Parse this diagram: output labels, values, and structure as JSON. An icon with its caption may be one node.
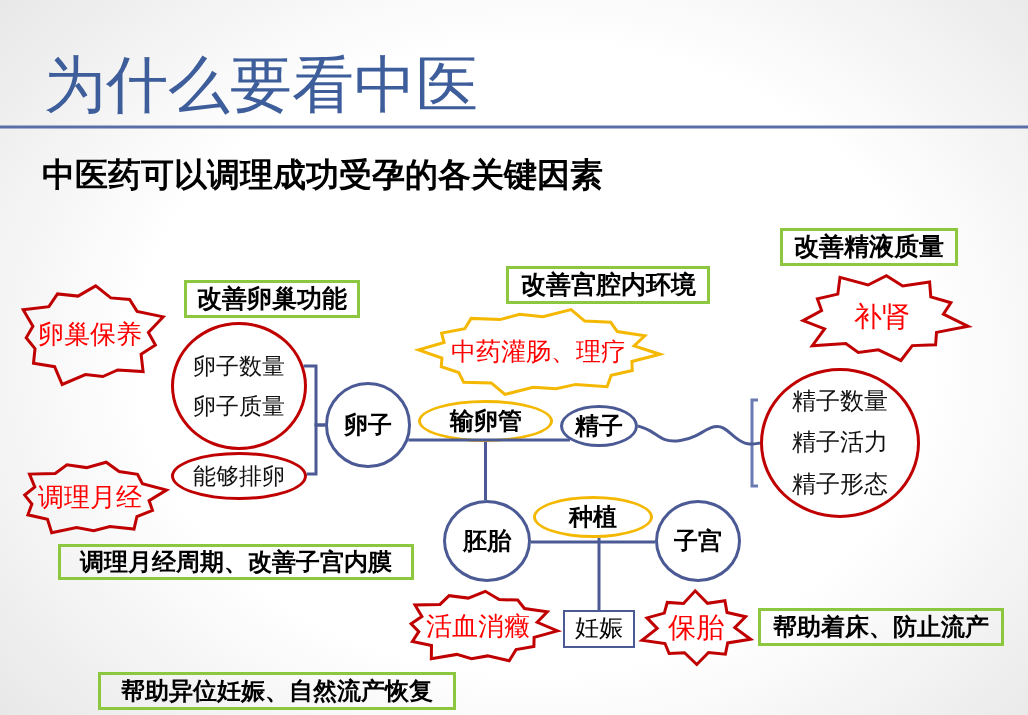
{
  "diagram": {
    "title": "为什么要看中医",
    "nodes": [
      {
        "text": [
          "改善精液质量"
        ]
      },
      {
        "text": [
          "改善宫腔内环境"
        ]
      },
      {
        "text": [
          "改善卵巢功能"
        ]
      },
      {
        "text": [
          "卵巢保养"
        ]
      },
      {
        "text": [
          "补肾"
        ]
      },
      {
        "text": [
          "中药灌肠、理疗"
        ]
      },
      {
        "text": [
          "卵子数量",
          "卵子质量"
        ]
      },
      {
        "text": [
          "精子数量",
          "精子活力",
          "精子形态"
        ]
      },
      {
        "text": [
          "卵子"
        ]
      },
      {
        "text": [
          "输卵管"
        ]
      },
      {
        "text": [
          "精子"
        ]
      },
      {
        "text": [
          "能够排卵"
        ]
      },
      {
        "text": [
          "调理月经"
        ]
      },
      {
        "text": [
          "胚胎"
        ]
      },
      {
        "text": [
          "种植"
        ]
      },
      {
        "text": [
          "子宫"
        ]
      },
      {
        "text": [
          "调理月经周期、改善子宫内膜"
        ]
      },
      {
        "text": [
          "活血消癥"
        ]
      },
      {
        "text": [
          "妊娠"
        ]
      },
      {
        "text": [
          "保胎"
        ]
      },
      {
        "text": [
          "帮助着床、防止流产"
        ]
      },
      {
        "text": [
          "帮助异位妊娠、自然流产恢复"
        ]
      }
    ],
    "edges": [
      {
        "from": 6,
        "to": 8,
        "arrow": "none"
      },
      {
        "from": 11,
        "to": 8,
        "arrow": "none"
      },
      {
        "from": 8,
        "to": 10,
        "arrow": "none"
      },
      {
        "from": 10,
        "to": 7,
        "arrow": "none"
      },
      {
        "from": 9,
        "to": 13,
        "arrow": "none"
      },
      {
        "from": 13,
        "to": 15,
        "arrow": "none"
      },
      {
        "from": 14,
        "to": 18,
        "arrow": "none"
      }
    ],
    "labels": [
      "中医药可以调理成功受孕的各关键因素"
    ]
  }
}
